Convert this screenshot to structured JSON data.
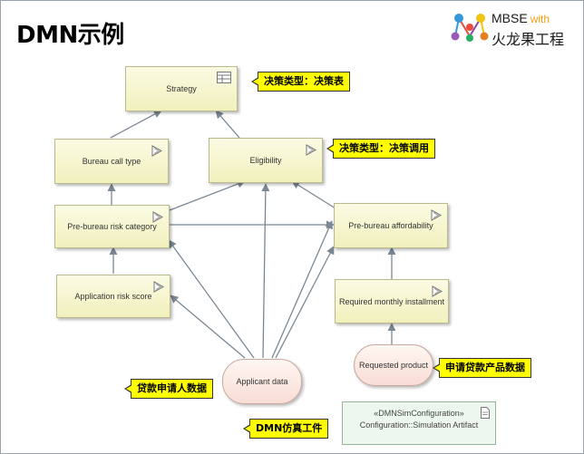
{
  "slide": {
    "title": "DMN示例"
  },
  "logo": {
    "brand": "MBSE",
    "with": "with",
    "company": "火龙果工程"
  },
  "nodes": {
    "strategy": "Strategy",
    "bureau_call_type": "Bureau call type",
    "eligibility": "Eligibility",
    "pre_bureau_risk_category": "Pre-bureau risk category",
    "pre_bureau_affordability": "Pre-bureau affordability",
    "application_risk_score": "Application risk score",
    "required_monthly_installment": "Required monthly installment",
    "applicant_data": "Applicant data",
    "requested_product": "Requested product"
  },
  "artifact": {
    "stereotype": "«DMNSimConfiguration»",
    "name": "Configuration::Simulation Artifact"
  },
  "callouts": {
    "decision_table": "决策类型：决策表",
    "decision_invocation": "决策类型：决策调用",
    "product_data": "申请贷款产品数据",
    "applicant_data": "贷款申请人数据",
    "simulation_artifact": "DMN仿真工件"
  },
  "colors": {
    "decision_fill": "#f4f3c8",
    "input_fill": "#fbe6df",
    "artifact_fill": "#eef7ee",
    "callout_fill": "#ffff00",
    "edge": "#7a8794"
  }
}
